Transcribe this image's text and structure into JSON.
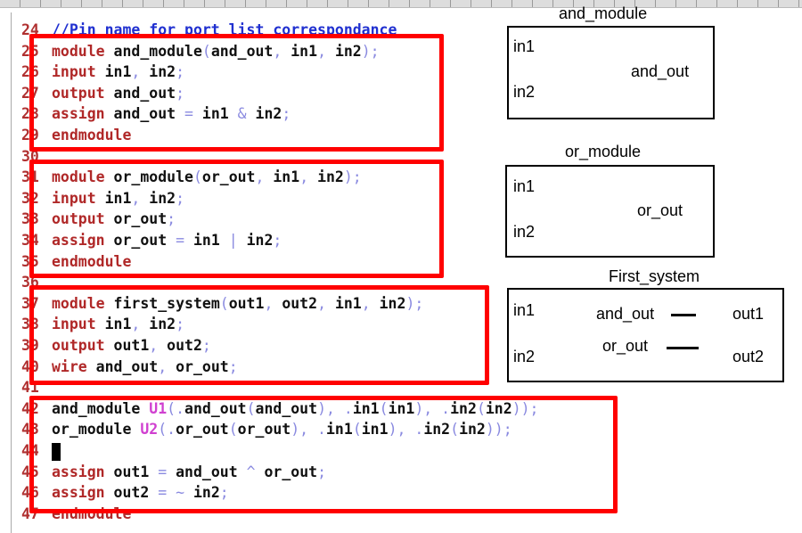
{
  "editor": {
    "lines": [
      {
        "n": "24",
        "seg": [
          [
            "cm",
            "//Pin name for port list correspondance"
          ]
        ]
      },
      {
        "n": "25",
        "seg": [
          [
            "kw",
            "module"
          ],
          [
            "id",
            " and_module"
          ],
          [
            "p",
            "("
          ],
          [
            "id",
            "and_out"
          ],
          [
            "p",
            ", "
          ],
          [
            "id",
            "in1"
          ],
          [
            "p",
            ", "
          ],
          [
            "id",
            "in2"
          ],
          [
            "p",
            ");"
          ]
        ]
      },
      {
        "n": "26",
        "seg": [
          [
            "kw",
            "input"
          ],
          [
            "id",
            " in1"
          ],
          [
            "p",
            ", "
          ],
          [
            "id",
            "in2"
          ],
          [
            "p",
            ";"
          ]
        ]
      },
      {
        "n": "27",
        "seg": [
          [
            "kw",
            "output"
          ],
          [
            "id",
            " and_out"
          ],
          [
            "p",
            ";"
          ]
        ]
      },
      {
        "n": "28",
        "seg": [
          [
            "kw",
            "assign"
          ],
          [
            "id",
            " and_out "
          ],
          [
            "p",
            "= "
          ],
          [
            "id",
            "in1 "
          ],
          [
            "p",
            "& "
          ],
          [
            "id",
            "in2"
          ],
          [
            "p",
            ";"
          ]
        ]
      },
      {
        "n": "29",
        "seg": [
          [
            "kw",
            "endmodule"
          ]
        ]
      },
      {
        "n": "30",
        "seg": []
      },
      {
        "n": "31",
        "seg": [
          [
            "kw",
            "module"
          ],
          [
            "id",
            " or_module"
          ],
          [
            "p",
            "("
          ],
          [
            "id",
            "or_out"
          ],
          [
            "p",
            ", "
          ],
          [
            "id",
            "in1"
          ],
          [
            "p",
            ", "
          ],
          [
            "id",
            "in2"
          ],
          [
            "p",
            ");"
          ]
        ]
      },
      {
        "n": "32",
        "seg": [
          [
            "kw",
            "input"
          ],
          [
            "id",
            " in1"
          ],
          [
            "p",
            ", "
          ],
          [
            "id",
            "in2"
          ],
          [
            "p",
            ";"
          ]
        ]
      },
      {
        "n": "33",
        "seg": [
          [
            "kw",
            "output"
          ],
          [
            "id",
            " or_out"
          ],
          [
            "p",
            ";"
          ]
        ]
      },
      {
        "n": "34",
        "seg": [
          [
            "kw",
            "assign"
          ],
          [
            "id",
            " or_out "
          ],
          [
            "p",
            "= "
          ],
          [
            "id",
            "in1 "
          ],
          [
            "p",
            "| "
          ],
          [
            "id",
            "in2"
          ],
          [
            "p",
            ";"
          ]
        ]
      },
      {
        "n": "35",
        "seg": [
          [
            "kw",
            "endmodule"
          ]
        ]
      },
      {
        "n": "36",
        "seg": []
      },
      {
        "n": "37",
        "seg": [
          [
            "kw",
            "module"
          ],
          [
            "id",
            " first_system"
          ],
          [
            "p",
            "("
          ],
          [
            "id",
            "out1"
          ],
          [
            "p",
            ", "
          ],
          [
            "id",
            "out2"
          ],
          [
            "p",
            ", "
          ],
          [
            "id",
            "in1"
          ],
          [
            "p",
            ", "
          ],
          [
            "id",
            "in2"
          ],
          [
            "p",
            ");"
          ]
        ]
      },
      {
        "n": "38",
        "seg": [
          [
            "kw",
            "input"
          ],
          [
            "id",
            " in1"
          ],
          [
            "p",
            ", "
          ],
          [
            "id",
            "in2"
          ],
          [
            "p",
            ";"
          ]
        ]
      },
      {
        "n": "39",
        "seg": [
          [
            "kw",
            "output"
          ],
          [
            "id",
            " out1"
          ],
          [
            "p",
            ", "
          ],
          [
            "id",
            "out2"
          ],
          [
            "p",
            ";"
          ]
        ]
      },
      {
        "n": "40",
        "seg": [
          [
            "kw",
            "wire"
          ],
          [
            "id",
            " and_out"
          ],
          [
            "p",
            ", "
          ],
          [
            "id",
            "or_out"
          ],
          [
            "p",
            ";"
          ]
        ]
      },
      {
        "n": "41",
        "seg": []
      },
      {
        "n": "42",
        "seg": [
          [
            "id",
            "and_module "
          ],
          [
            "inst",
            "U1"
          ],
          [
            "p",
            "(."
          ],
          [
            "id",
            "and_out"
          ],
          [
            "p",
            "("
          ],
          [
            "id",
            "and_out"
          ],
          [
            "p",
            "), ."
          ],
          [
            "id",
            "in1"
          ],
          [
            "p",
            "("
          ],
          [
            "id",
            "in1"
          ],
          [
            "p",
            "), ."
          ],
          [
            "id",
            "in2"
          ],
          [
            "p",
            "("
          ],
          [
            "id",
            "in2"
          ],
          [
            "p",
            "));"
          ]
        ]
      },
      {
        "n": "43",
        "seg": [
          [
            "id",
            "or_module "
          ],
          [
            "inst",
            "U2"
          ],
          [
            "p",
            "(."
          ],
          [
            "id",
            "or_out"
          ],
          [
            "p",
            "("
          ],
          [
            "id",
            "or_out"
          ],
          [
            "p",
            "), ."
          ],
          [
            "id",
            "in1"
          ],
          [
            "p",
            "("
          ],
          [
            "id",
            "in1"
          ],
          [
            "p",
            "), ."
          ],
          [
            "id",
            "in2"
          ],
          [
            "p",
            "("
          ],
          [
            "id",
            "in2"
          ],
          [
            "p",
            "));"
          ]
        ]
      },
      {
        "n": "44",
        "seg": [
          [
            "cursor",
            ""
          ]
        ]
      },
      {
        "n": "45",
        "seg": [
          [
            "kw",
            "assign"
          ],
          [
            "id",
            " out1 "
          ],
          [
            "p",
            "= "
          ],
          [
            "id",
            "and_out "
          ],
          [
            "p",
            "^ "
          ],
          [
            "id",
            "or_out"
          ],
          [
            "p",
            ";"
          ]
        ]
      },
      {
        "n": "46",
        "seg": [
          [
            "kw",
            "assign"
          ],
          [
            "id",
            " out2 "
          ],
          [
            "p",
            "= ~ "
          ],
          [
            "id",
            "in2"
          ],
          [
            "p",
            ";"
          ]
        ]
      },
      {
        "n": "47",
        "seg": [
          [
            "kw",
            "endmodule"
          ]
        ]
      }
    ]
  },
  "diagrams": {
    "and_module": {
      "title": "and_module",
      "in1": "in1",
      "in2": "in2",
      "out": "and_out"
    },
    "or_module": {
      "title": "or_module",
      "in1": "in1",
      "in2": "in2",
      "out": "or_out"
    },
    "first_system": {
      "title": "First_system",
      "in1": "in1",
      "in2": "in2",
      "wire1": "and_out",
      "wire2": "or_out",
      "out1": "out1",
      "out2": "out2"
    }
  },
  "colors": {
    "highlight": "#ff0000",
    "keyword": "#b02828",
    "comment": "#2030d0",
    "instance": "#d040d0"
  }
}
